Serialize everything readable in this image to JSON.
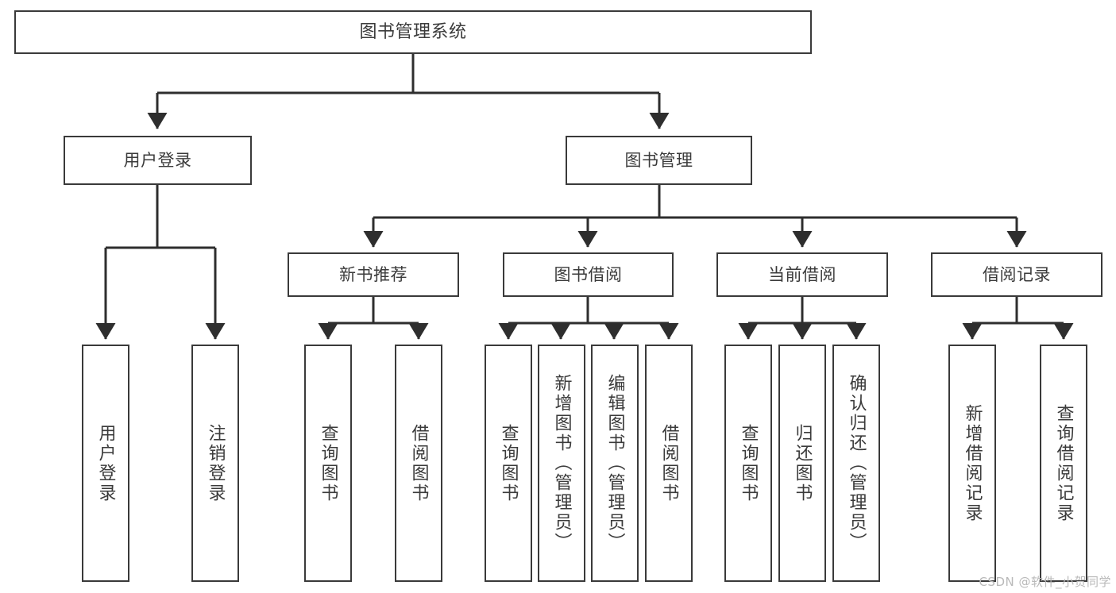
{
  "diagram": {
    "type": "tree-hierarchy-chart",
    "title": "图书管理系统",
    "colors": {
      "box_border": "#3a3a3a",
      "box_fill": "#ffffff",
      "text": "#3b3b3b",
      "connector": "#2e2e2e",
      "watermark": "#b9b9b9"
    },
    "levels": {
      "root": {
        "label": "图书管理系统"
      },
      "level2": [
        {
          "id": "user-login",
          "label": "用户登录"
        },
        {
          "id": "book-management",
          "label": "图书管理"
        }
      ],
      "level3": [
        {
          "id": "new-book-recommend",
          "label": "新书推荐"
        },
        {
          "id": "book-borrow",
          "label": "图书借阅"
        },
        {
          "id": "current-borrow",
          "label": "当前借阅"
        },
        {
          "id": "borrow-record",
          "label": "借阅记录"
        }
      ],
      "leaves": [
        {
          "id": "leaf-user-login",
          "label": "用户登录",
          "parent": "user-login"
        },
        {
          "id": "leaf-logout-login",
          "label": "注销登录",
          "parent": "user-login"
        },
        {
          "id": "leaf-query-book-1",
          "label": "查询图书",
          "parent": "new-book-recommend"
        },
        {
          "id": "leaf-borrow-book-1",
          "label": "借阅图书",
          "parent": "new-book-recommend"
        },
        {
          "id": "leaf-query-book-2",
          "label": "查询图书",
          "parent": "book-borrow"
        },
        {
          "id": "leaf-add-book",
          "label": "新增图书（管理员）",
          "parent": "book-borrow"
        },
        {
          "id": "leaf-edit-book",
          "label": "编辑图书（管理员）",
          "parent": "book-borrow"
        },
        {
          "id": "leaf-borrow-book-2",
          "label": "借阅图书",
          "parent": "book-borrow"
        },
        {
          "id": "leaf-query-book-3",
          "label": "查询图书",
          "parent": "current-borrow"
        },
        {
          "id": "leaf-return-book",
          "label": "归还图书",
          "parent": "current-borrow"
        },
        {
          "id": "leaf-confirm-return",
          "label": "确认归还（管理员）",
          "parent": "current-borrow"
        },
        {
          "id": "leaf-add-borrow-record",
          "label": "新增借阅记录",
          "parent": "borrow-record"
        },
        {
          "id": "leaf-query-borrow-record",
          "label": "查询借阅记录",
          "parent": "borrow-record"
        }
      ]
    }
  },
  "watermark": {
    "text": "CSDN @软件_小贺同学"
  }
}
